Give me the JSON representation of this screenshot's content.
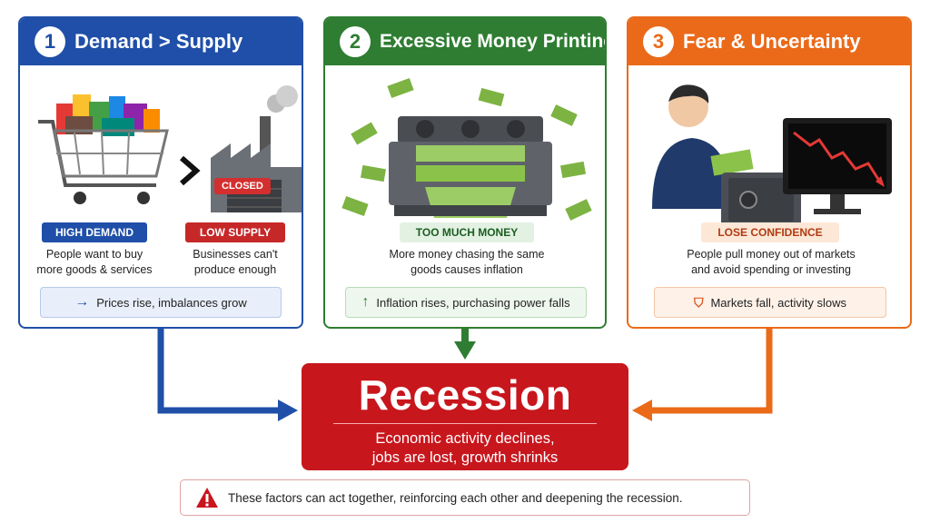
{
  "panels": [
    {
      "number": "1",
      "title": "Demand > Supply",
      "tags": [
        "HIGH DEMAND",
        "LOW SUPPLY"
      ],
      "factory_sign": "CLOSED",
      "desc_left": [
        "People want to buy",
        "more goods & services"
      ],
      "desc_right": [
        "Businesses can't",
        "produce enough"
      ],
      "result": "Prices rise, imbalances grow"
    },
    {
      "number": "2",
      "title": "Excessive Money Printing",
      "tag": "TOO MUCH MONEY",
      "desc": [
        "More money chasing the same",
        "goods causes inflation"
      ],
      "result": "Inflation rises, purchasing power falls"
    },
    {
      "number": "3",
      "title": "Fear & Uncertainty",
      "tag": "LOSE CONFIDENCE",
      "desc": [
        "People pull money out of markets",
        "and avoid spending or investing"
      ],
      "result": "Markets fall, activity slows"
    }
  ],
  "recession": {
    "title": "Recession",
    "desc": [
      "Economic activity declines,",
      "jobs are lost, growth shrinks"
    ]
  },
  "footer": {
    "text": "These factors can act together, reinforcing each other and deepening the recession."
  },
  "colors": {
    "blue": "#1f4fa8",
    "green": "#2e7d32",
    "orange": "#ea6a1a",
    "red": "#c8161d"
  }
}
